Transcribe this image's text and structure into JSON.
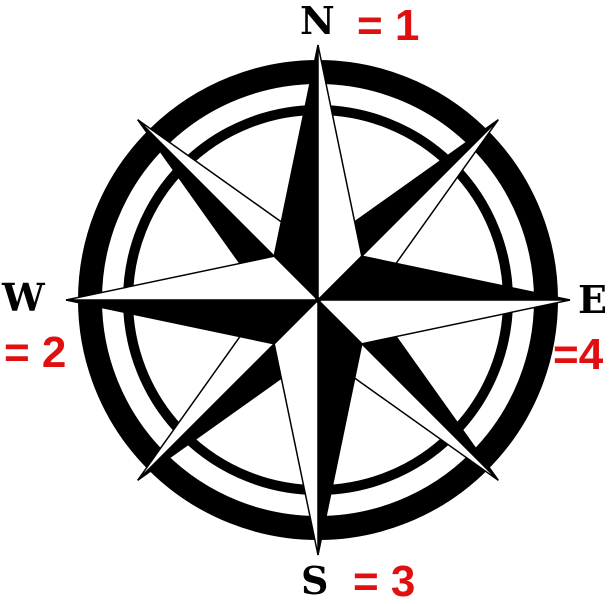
{
  "directions": {
    "north": {
      "letter": "N",
      "label": "= 1"
    },
    "west": {
      "letter": "W",
      "label": "= 2"
    },
    "south": {
      "letter": "S",
      "label": "= 3"
    },
    "east": {
      "letter": "E",
      "label": "=4"
    }
  },
  "colors": {
    "label": "#e01010",
    "ink": "#000000",
    "paper": "#ffffff"
  }
}
